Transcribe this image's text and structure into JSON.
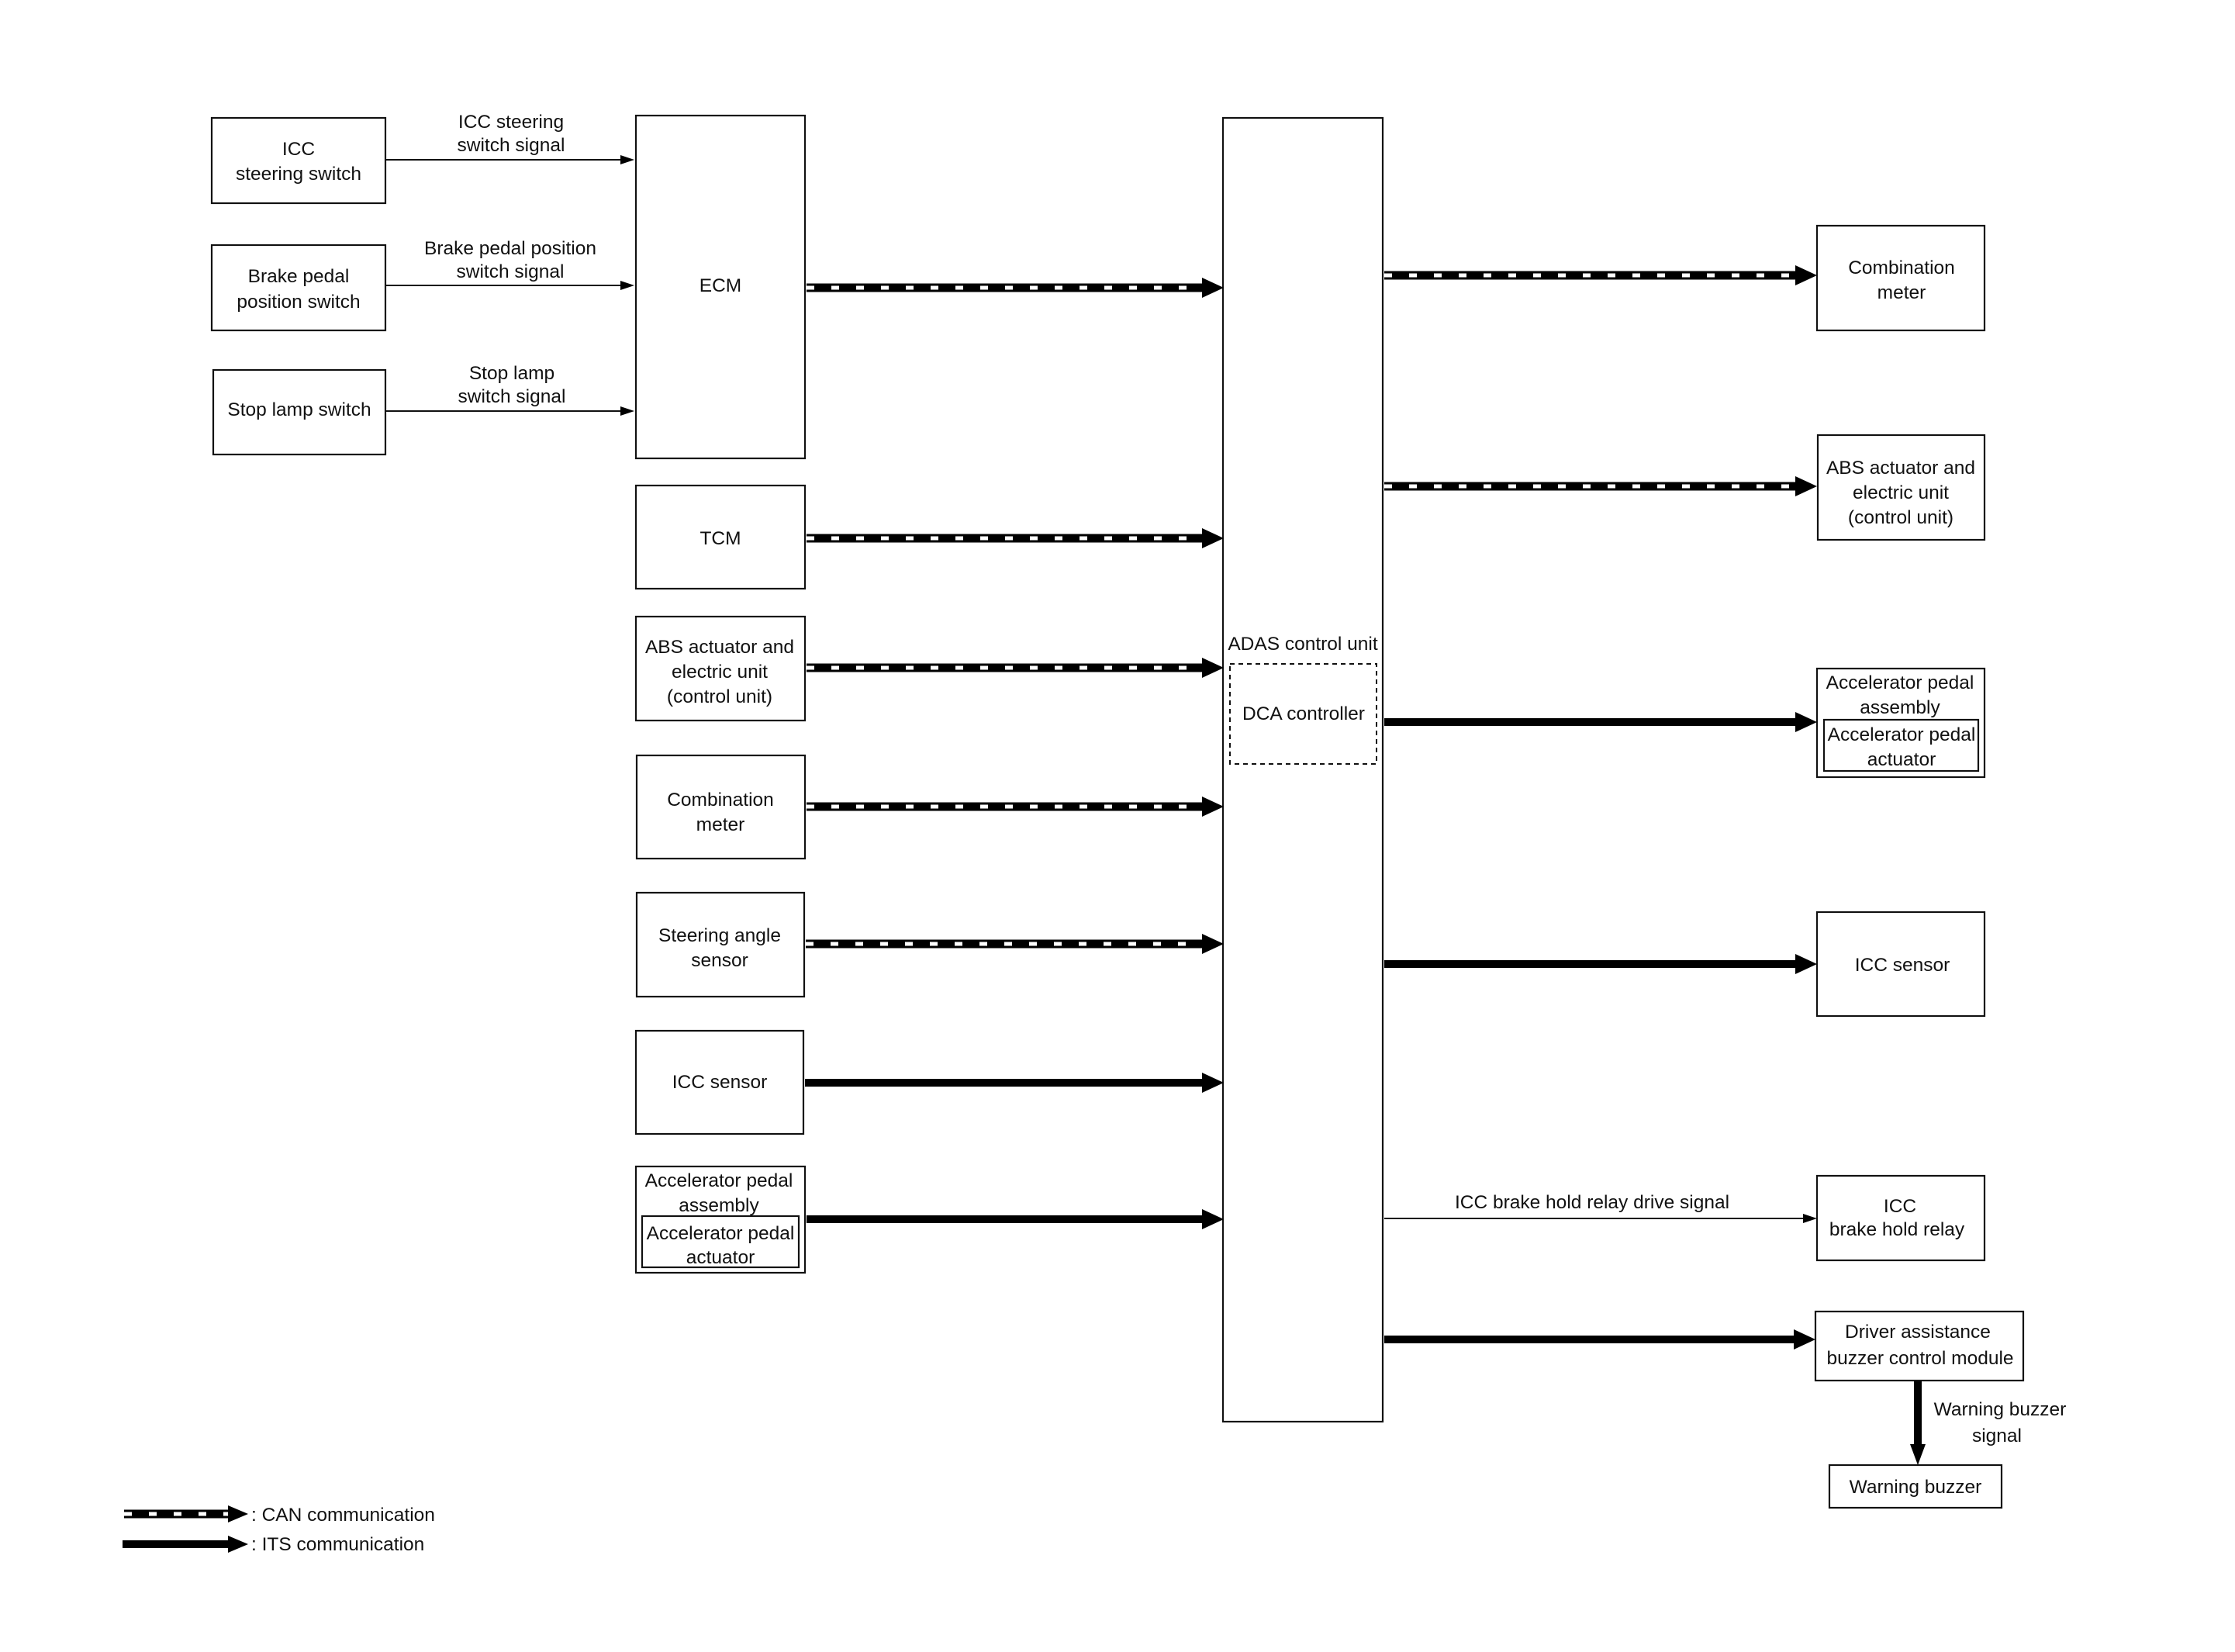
{
  "inputs_direct": {
    "icc_steering_switch": [
      "ICC",
      "steering switch"
    ],
    "brake_pedal_position_switch": [
      "Brake pedal",
      "position switch"
    ],
    "stop_lamp_switch": [
      "Stop lamp switch"
    ]
  },
  "input_signals": {
    "icc_steering_switch_signal": [
      "ICC steering",
      "switch signal"
    ],
    "brake_pedal_position_switch_signal": [
      "Brake pedal position",
      "switch signal"
    ],
    "stop_lamp_switch_signal": [
      "Stop lamp",
      "switch signal"
    ]
  },
  "left_units": {
    "ecm": "ECM",
    "tcm": "TCM",
    "abs": [
      "ABS actuator and",
      "electric unit",
      "(control unit)"
    ],
    "combination_meter": [
      "Combination",
      "meter"
    ],
    "steering_angle_sensor": [
      "Steering angle",
      "sensor"
    ],
    "icc_sensor": "ICC sensor",
    "accelerator_pedal_assembly": [
      "Accelerator pedal",
      "assembly"
    ],
    "accelerator_pedal_actuator": [
      "Accelerator pedal",
      "actuator"
    ]
  },
  "center": {
    "adas_control_unit": "ADAS control unit",
    "dca_controller": "DCA controller"
  },
  "right_units": {
    "combination_meter": [
      "Combination",
      "meter"
    ],
    "abs": [
      "ABS actuator and",
      "electric unit",
      "(control unit)"
    ],
    "accelerator_pedal_assembly": [
      "Accelerator pedal",
      "assembly"
    ],
    "accelerator_pedal_actuator": [
      "Accelerator pedal",
      "actuator"
    ],
    "icc_sensor": "ICC sensor",
    "icc_brake_hold_relay": [
      "ICC",
      "brake hold relay"
    ],
    "driver_assistance_buzzer_control_module": [
      "Driver assistance",
      "buzzer control module"
    ],
    "warning_buzzer": "Warning buzzer"
  },
  "output_signals": {
    "icc_brake_hold_relay_drive_signal": "ICC brake hold relay drive signal",
    "warning_buzzer_signal": [
      "Warning buzzer",
      "signal"
    ]
  },
  "legend": {
    "can": ": CAN communication",
    "its": ": ITS communication"
  }
}
